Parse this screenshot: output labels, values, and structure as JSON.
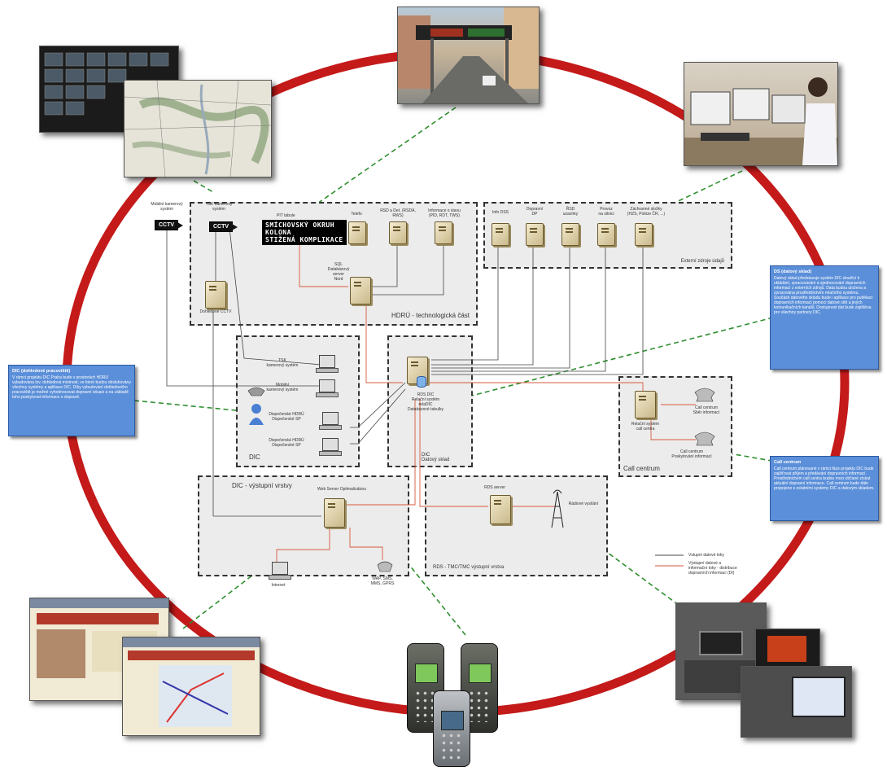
{
  "colors": {
    "ring": "#c41a1a",
    "connector": "#2f8f2f",
    "note_bg": "#5b8fd9",
    "zone_bg": "#ececec",
    "data_line": "#d65a3c"
  },
  "zones": {
    "hdru": "HDRÚ - technologická část",
    "ext_sources": "Externí zdroje údajů",
    "dic": "DIC",
    "rds": "DIC\nDatový sklad",
    "call": "Call centrum",
    "web": "DIC - výstupní vrstvy",
    "rds_tmc": "RDS - TMC/TMC výstupní vrstva"
  },
  "hdru": {
    "mobile_cctv": "Mobilní kamerový systém",
    "tsk_cctv": "TSK kamerový systém",
    "cctv": "CCTV",
    "pit_label": "PIT tabule",
    "vms": "SMÍCHOVSKÝ OKRUH\nKOLONA\nSTIŽENÁ KOMPLIKACE",
    "srv1": "Telefo",
    "srv2": "RSD a Det. (RSDA, RWS)",
    "srv3": "Informace o stavu (PID, RDT, TWS)",
    "sql": "SQL\nDatabázový server\nNord",
    "kvs": "Dohledové CCTV"
  },
  "ext": {
    "s1": "Info DSS",
    "s2": "Dopravní\nDP",
    "s3": "ŘSD\nuzavírky",
    "s4": "Provoz\nna silnici",
    "s5": "Záchranné složky\n(HZS, Policie ČR, ...)"
  },
  "dic": {
    "ws1": "TSK\nkamerový systém",
    "ws2": "Mobilní\nkamerový systém",
    "ws3": "Dispečerské HDRÚ\nDispečerské SP",
    "ws4": "Dispečerská HDRÚ\nDispečerské SP",
    "rds": "RDS DIC\nRelační systém\nrelaDIC\nDatabázové tabulky"
  },
  "call": {
    "srv": "Relační systém\ncall centra",
    "tel1": "Call centrum\nSběr informací",
    "tel2": "Call centrum\nPoskytování informací"
  },
  "web": {
    "srv": "Web Server Optimalizátoru",
    "client": "Internet",
    "mobile": "WAP, SMS,\nMMS, GPRS"
  },
  "rdstmc": {
    "srv": "RDS server",
    "antenna": "Rádiové vysílání"
  },
  "legend": {
    "line1": "Vstupní datové toky",
    "line2": "Výstupní datové a\ninformační toky - distribuce\ndopravních informací (DI)"
  },
  "notes": {
    "left_title": "DIC (dohledové pracoviště)",
    "left_body": "V rámci projektu DIC Praha bude v prostorách HDRÚ vybudována tzv. dohledová místnost, ve které budou obsluhovány všechny systémy a aplikace DIC. Díky vybudování dohledového pracoviště je možné vyhodnocovat dopravní situaci a na základě toho poskytovat informace o dopravě.",
    "right_top_title": "DS (datový sklad)",
    "right_top_body": "Datový sklad představuje systém DIC sloužící k ukládání, zpracovávání a sjednocování dopravních informací z externích zdrojů. Data budou uložena a zpracována prostřednictvím relačního systému. Součástí datového skladu bude i aplikace pro publikaci dopravních informací pomocí datové sítě a jiných komunikačních kanálů. Dostupnost dat bude zajištěna pro všechny partnery DIC.",
    "right_bottom_title": "Call centrum",
    "right_bottom_body": "Call centrum plánované v rámci fáze projektu DIC bude zajišťovat příjem a předávání dopravních informací. Prostřednictvím call centra budou moci občané získat aktuální dopravní informace. Call centrum bude dále propojeno s ostatními systémy DIC a datovým skladem."
  }
}
